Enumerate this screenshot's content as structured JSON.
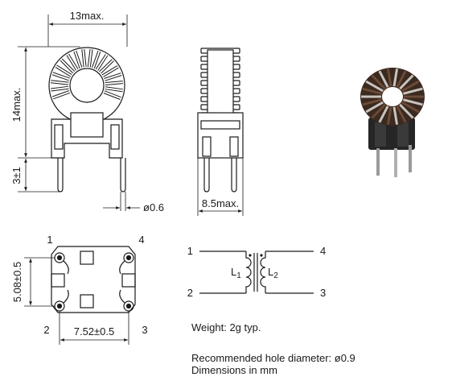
{
  "front_view": {
    "width_label": "13max.",
    "height_label": "14max.",
    "lead_label": "3±1",
    "pin_label": "ø0.6"
  },
  "side_view": {
    "depth_label": "8.5max."
  },
  "bottom_view": {
    "pin_1": "1",
    "pin_2": "2",
    "pin_3": "3",
    "pin_4": "4",
    "vertical_pitch": "5.08±0.5",
    "horizontal_pitch": "7.52±0.5"
  },
  "schematic": {
    "pin_1": "1",
    "pin_2": "2",
    "pin_3": "3",
    "pin_4": "4",
    "l1_letter": "L",
    "l1_sub": "1",
    "l2_letter": "L",
    "l2_sub": "2"
  },
  "notes": {
    "weight": "Weight: 2g typ.",
    "hole": "Recommended hole diameter: ø0.9",
    "units": "Dimensions in mm"
  }
}
